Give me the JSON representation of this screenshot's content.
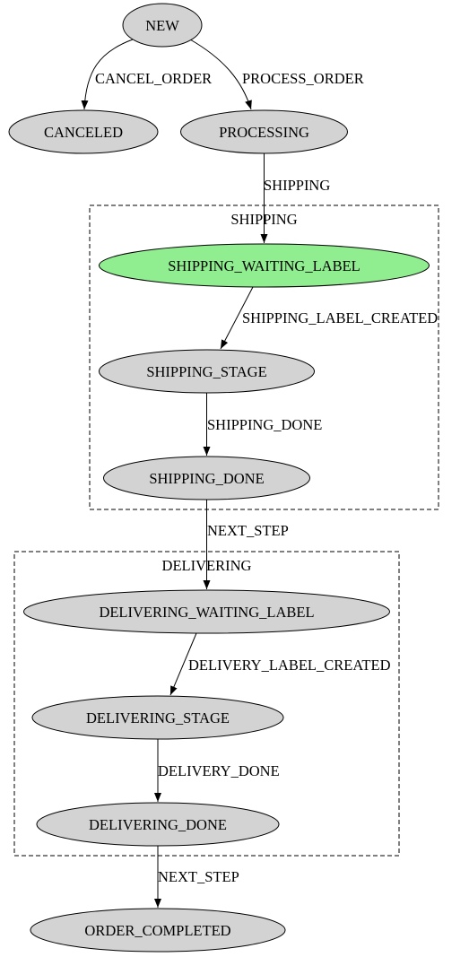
{
  "colors": {
    "node_fill": "#d3d3d3",
    "node_highlight_fill": "#90ee90",
    "stroke": "#000000",
    "background": "#ffffff"
  },
  "clusters": {
    "shipping": {
      "label": "SHIPPING"
    },
    "delivering": {
      "label": "DELIVERING"
    }
  },
  "nodes": {
    "new": {
      "label": "NEW"
    },
    "canceled": {
      "label": "CANCELED"
    },
    "processing": {
      "label": "PROCESSING"
    },
    "shipping_waiting_label": {
      "label": "SHIPPING_WAITING_LABEL",
      "highlighted": true
    },
    "shipping_stage": {
      "label": "SHIPPING_STAGE"
    },
    "shipping_done": {
      "label": "SHIPPING_DONE"
    },
    "delivering_waiting_label": {
      "label": "DELIVERING_WAITING_LABEL"
    },
    "delivering_stage": {
      "label": "DELIVERING_STAGE"
    },
    "delivering_done": {
      "label": "DELIVERING_DONE"
    },
    "order_completed": {
      "label": "ORDER_COMPLETED"
    }
  },
  "edges": {
    "cancel_order": {
      "from": "NEW",
      "to": "CANCELED",
      "label": "CANCEL_ORDER"
    },
    "process_order": {
      "from": "NEW",
      "to": "PROCESSING",
      "label": "PROCESS_ORDER"
    },
    "shipping": {
      "from": "PROCESSING",
      "to": "SHIPPING_WAITING_LABEL",
      "label": "SHIPPING"
    },
    "shipping_label_created": {
      "from": "SHIPPING_WAITING_LABEL",
      "to": "SHIPPING_STAGE",
      "label": "SHIPPING_LABEL_CREATED"
    },
    "shipping_done": {
      "from": "SHIPPING_STAGE",
      "to": "SHIPPING_DONE",
      "label": "SHIPPING_DONE"
    },
    "next_step_1": {
      "from": "SHIPPING_DONE",
      "to": "DELIVERING_WAITING_LABEL",
      "label": "NEXT_STEP"
    },
    "delivery_label_created": {
      "from": "DELIVERING_WAITING_LABEL",
      "to": "DELIVERING_STAGE",
      "label": "DELIVERY_LABEL_CREATED"
    },
    "delivery_done": {
      "from": "DELIVERING_STAGE",
      "to": "DELIVERING_DONE",
      "label": "DELIVERY_DONE"
    },
    "next_step_2": {
      "from": "DELIVERING_DONE",
      "to": "ORDER_COMPLETED",
      "label": "NEXT_STEP"
    }
  }
}
